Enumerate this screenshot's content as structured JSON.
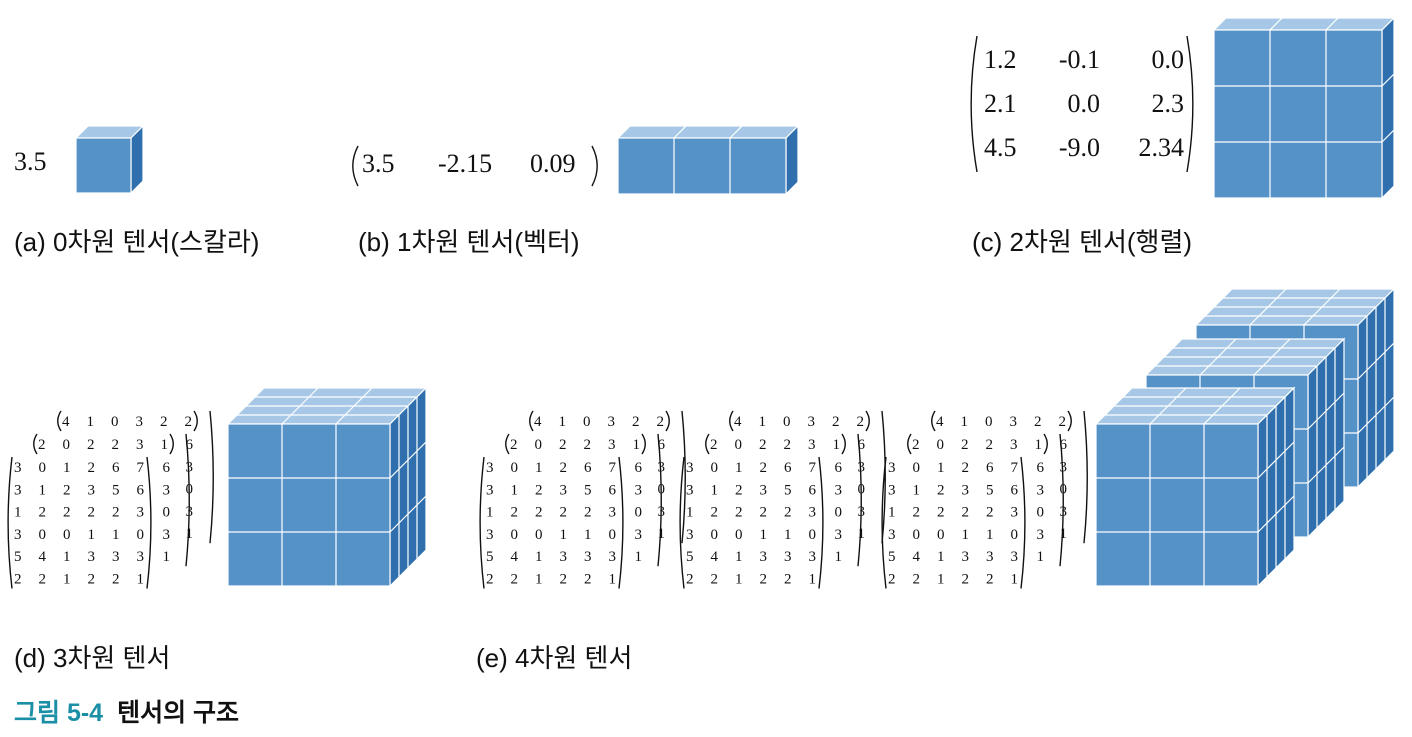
{
  "scalar": {
    "value": "3.5",
    "caption": "(a) 0차원 텐서(스칼라)"
  },
  "vector": {
    "values": [
      "3.5",
      "-2.15",
      "0.09"
    ],
    "caption": "(b) 1차원 텐서(벡터)"
  },
  "matrix": {
    "rows": [
      [
        "1.2",
        "-0.1",
        "0.0"
      ],
      [
        "2.1",
        "0.0",
        "2.3"
      ],
      [
        "4.5",
        "-9.0",
        "2.34"
      ]
    ],
    "caption": "(c) 2차원 텐서(행렬)"
  },
  "tensor3": {
    "back": [
      [
        "4",
        "1",
        "0",
        "3",
        "2",
        "2"
      ]
    ],
    "middle": [
      [
        "2",
        "0",
        "2",
        "2",
        "3",
        "1"
      ]
    ],
    "middle_edge": [
      "6",
      "3",
      "0",
      "3",
      "1"
    ],
    "back_edge": [
      "6",
      "3",
      "0",
      "3",
      "1"
    ],
    "front": [
      [
        "3",
        "0",
        "1",
        "2",
        "6",
        "7"
      ],
      [
        "3",
        "1",
        "2",
        "3",
        "5",
        "6"
      ],
      [
        "1",
        "2",
        "2",
        "2",
        "2",
        "3"
      ],
      [
        "3",
        "0",
        "0",
        "1",
        "1",
        "0"
      ],
      [
        "5",
        "4",
        "1",
        "3",
        "3",
        "3"
      ],
      [
        "2",
        "2",
        "1",
        "2",
        "2",
        "1"
      ]
    ],
    "caption": "(d) 3차원 텐서"
  },
  "tensor4": {
    "caption": "(e) 4차원 텐서",
    "copies": 3
  },
  "figure": {
    "number": "그림 5-4",
    "title": "텐서의 구조"
  },
  "colors": {
    "cube_front": "#5592c8",
    "cube_top": "#a6c8e6",
    "cube_side": "#2f6fae",
    "grid_line": "#ffffff",
    "figure_number": "#1a8fa6"
  }
}
